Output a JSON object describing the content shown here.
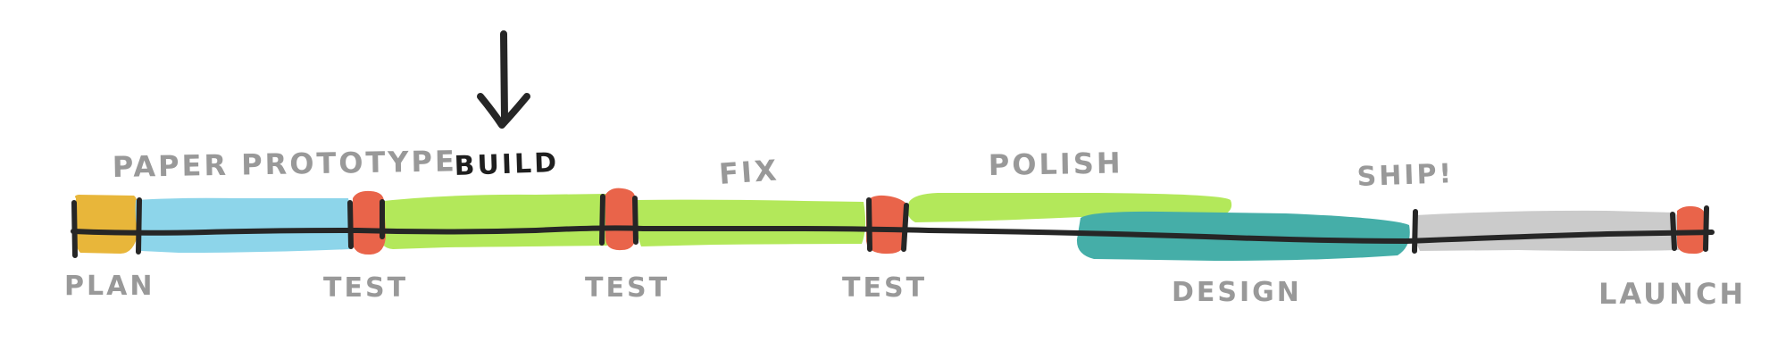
{
  "timeline": {
    "labels": {
      "plan": "PLAN",
      "paper_prototype": "PAPER PROTOTYPE",
      "build": "BUILD",
      "fix": "FIX",
      "polish": "POLISH",
      "ship": "SHIP!",
      "test_1": "TEST",
      "test_2": "TEST",
      "test_3": "TEST",
      "design": "DESIGN",
      "launch": "LAUNCH"
    },
    "current_phase_marker": "down-arrow-icon",
    "colors": {
      "plan": "#E8B63A",
      "paper_prototype": "#8DD5EA",
      "build_fix_polish": "#B3E85A",
      "test": "#E9644A",
      "design": "#45AEA8",
      "ship": "#CBCBCB",
      "line": "#262626",
      "label_gray": "#999999",
      "label_active": "#1F1F1F"
    }
  }
}
